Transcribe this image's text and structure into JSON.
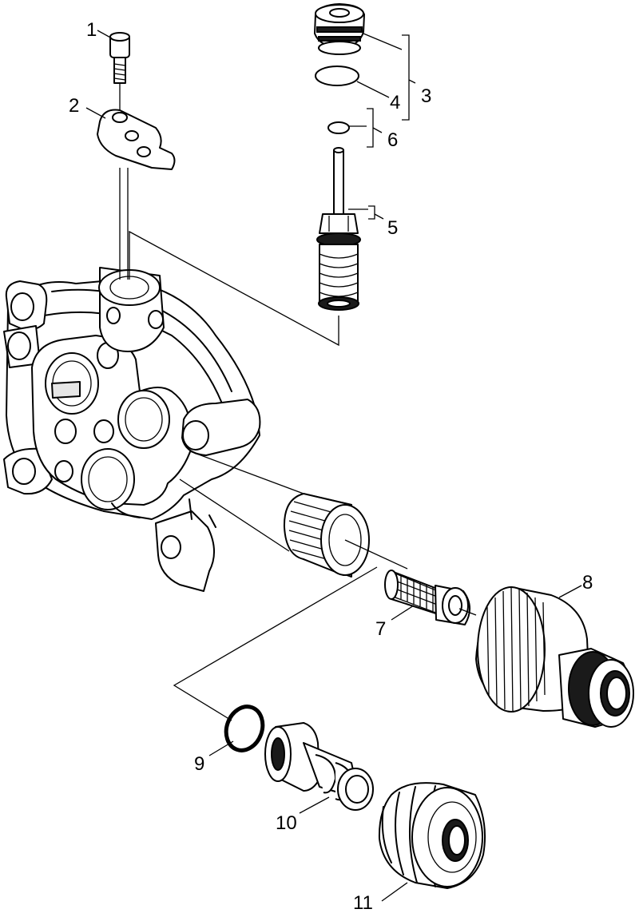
{
  "parts": [
    {
      "label": "1",
      "name": "screw"
    },
    {
      "label": "2",
      "name": "plate"
    },
    {
      "label": "3",
      "name": "valve"
    },
    {
      "label": "4",
      "name": "o-ring"
    },
    {
      "label": "5",
      "name": "valve-piston"
    },
    {
      "label": "6",
      "name": "small-o-ring"
    },
    {
      "label": "7",
      "name": "strainer"
    },
    {
      "label": "8",
      "name": "hose-coupling"
    },
    {
      "label": "9",
      "name": "o-ring"
    },
    {
      "label": "10",
      "name": "hose-nipple"
    },
    {
      "label": "11",
      "name": "union-nut"
    }
  ],
  "colors": {
    "line": "#000000",
    "background": "#ffffff",
    "shade": "#e6e6e6"
  }
}
